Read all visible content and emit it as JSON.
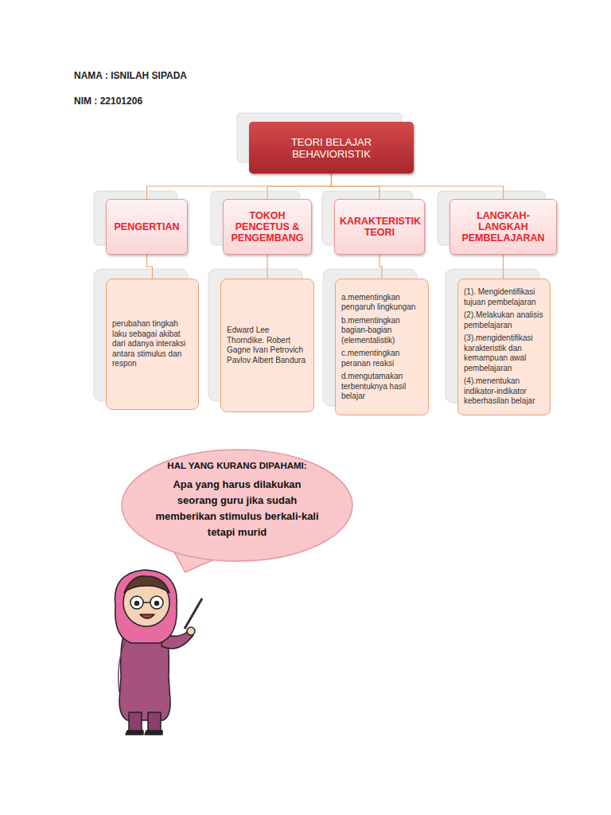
{
  "diagram": {
    "nodes": [
      {
        "text": [
          "TEORI BELAJAR BEHAVIORISTIK"
        ]
      },
      {
        "text": [
          "PENGERTIAN"
        ]
      },
      {
        "text": [
          "TOKOH PENCETUS & PENGEMBANG"
        ]
      },
      {
        "text": [
          "KARAKTERISTIK TEORI"
        ]
      },
      {
        "text": [
          "LANGKAH-LANGKAH PEMBELAJARAN"
        ]
      },
      {
        "text": [
          "perubahan tingkah laku sebagai akibat dari adanya interaksi antara stimulus dan respon"
        ]
      },
      {
        "text": [
          "Edward Lee Thorndike. Robert Gagne Ivan Petrovich Pavlov Albert Bandura"
        ]
      },
      {
        "text": [
          "a.mementingkan pengaruh lingkungan",
          "b.mementingkan bagian-bagian (elementalistik)",
          "c.mementingkan peranan reaksi",
          "d.mengutamakan terbentuknya hasil belajar"
        ]
      },
      {
        "text": [
          "(1). Mengidentifikasi tujuan pembelajaran",
          "(2).Melakukan analisis pembelajaran",
          "(3).mengidentifikasi karakteristik dan kemampuan awal pembelajaran",
          "(4).menentukan indikator-indikator keberhasilan belajar"
        ]
      },
      {
        "text": [
          "HAL YANG KURANG DIPAHAMI:",
          "Apa yang harus dilakukan seorang guru jika sudah memberikan stimulus berkali-kali tetapi murid"
        ]
      }
    ],
    "edges": [
      {
        "from": 0,
        "to": 1,
        "arrow": "none"
      },
      {
        "from": 0,
        "to": 2,
        "arrow": "none"
      },
      {
        "from": 0,
        "to": 3,
        "arrow": "none"
      },
      {
        "from": 0,
        "to": 4,
        "arrow": "none"
      },
      {
        "from": 1,
        "to": 5,
        "arrow": "none"
      },
      {
        "from": 2,
        "to": 6,
        "arrow": "none"
      },
      {
        "from": 3,
        "to": 7,
        "arrow": "none"
      },
      {
        "from": 4,
        "to": 8,
        "arrow": "none"
      }
    ],
    "labels": [
      "NAMA : ISNILAH SIPADA",
      "NIM : 22101206"
    ]
  }
}
